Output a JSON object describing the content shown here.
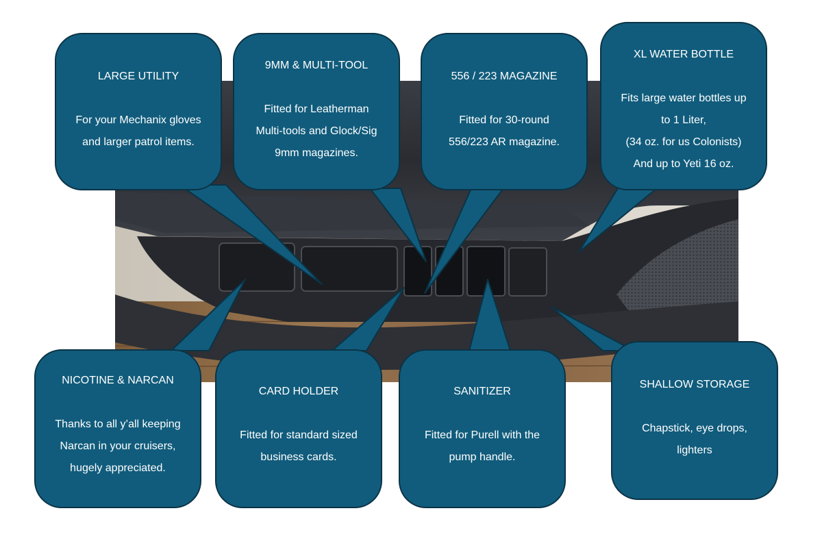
{
  "colors": {
    "callout_fill": "#115c7c",
    "callout_border": "#0b3346",
    "callout_text": "#ffffff",
    "door_panel": "#2d3036",
    "wood_floor": "#8a6a45"
  },
  "callouts": [
    {
      "id": "large-utility",
      "title": "LARGE UTILITY",
      "lines": [
        "For your Mechanix gloves",
        "and larger patrol items."
      ]
    },
    {
      "id": "9mm-multi-tool",
      "title": "9MM & MULTI-TOOL",
      "lines": [
        "Fitted for Leatherman",
        "Multi-tools and Glock/Sig",
        "9mm magazines."
      ]
    },
    {
      "id": "556-223-magazine",
      "title": "556 / 223 MAGAZINE",
      "lines": [
        "Fitted for 30-round",
        "556/223 AR magazine."
      ]
    },
    {
      "id": "xl-water-bottle",
      "title": "XL WATER BOTTLE",
      "lines": [
        "Fits large water bottles up",
        "to 1 Liter,",
        "(34 oz. for us Colonists)",
        "And up to Yeti 16 oz."
      ]
    },
    {
      "id": "nicotine-narcan",
      "title": "NICOTINE & NARCAN",
      "lines": [
        "Thanks to all y’all keeping",
        "Narcan in your cruisers,",
        "hugely appreciated."
      ]
    },
    {
      "id": "card-holder",
      "title": "CARD HOLDER",
      "lines": [
        "Fitted for standard sized",
        "business cards."
      ]
    },
    {
      "id": "sanitizer",
      "title": "SANITIZER",
      "lines": [
        "Fitted for Purell with the",
        "pump handle."
      ]
    },
    {
      "id": "shallow-storage",
      "title": "SHALLOW STORAGE",
      "lines": [
        "Chapstick, eye drops,",
        "lighters"
      ]
    }
  ]
}
